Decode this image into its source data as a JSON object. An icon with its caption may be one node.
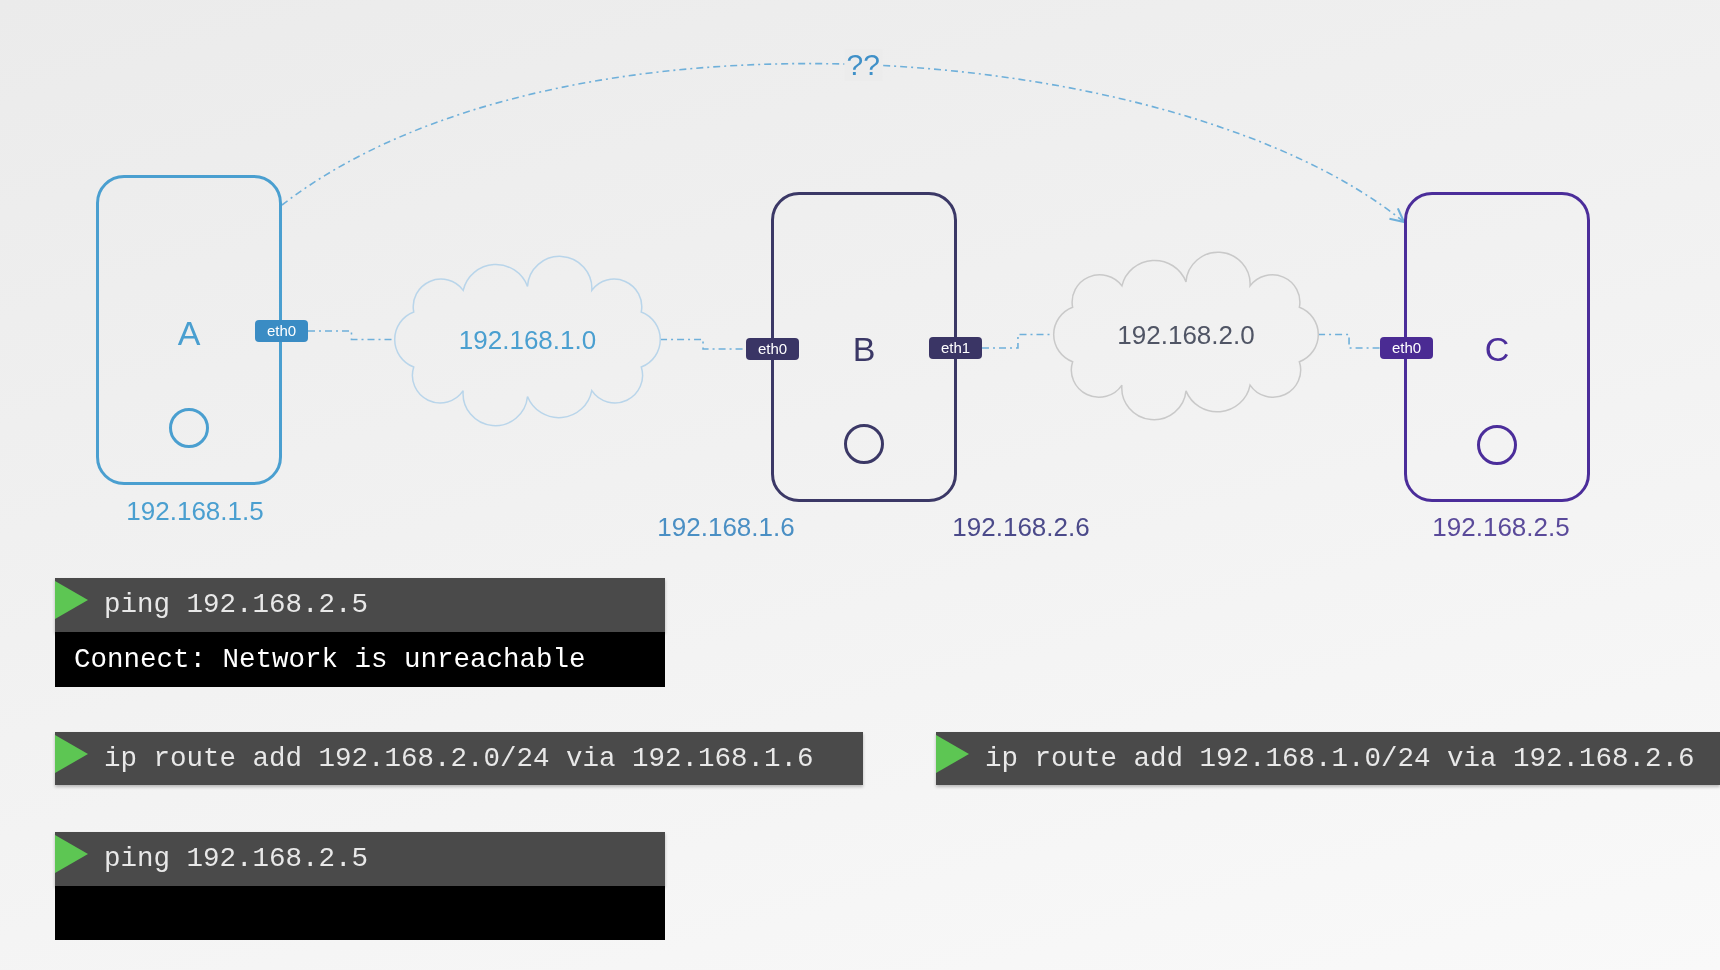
{
  "diagram": {
    "nodes": [
      {
        "text": [
          "A"
        ],
        "beside": [
          "192.168.1.5"
        ]
      },
      {
        "text": [],
        "shape": "circle",
        "in": 0
      },
      {
        "text": [
          "eth0"
        ]
      },
      {
        "text": [
          "192.168.1.0"
        ]
      },
      {
        "text": [
          "eth0"
        ]
      },
      {
        "text": [
          "B"
        ],
        "beside": [
          "192.168.1.6",
          "192.168.2.6"
        ]
      },
      {
        "text": [],
        "shape": "circle",
        "in": 5
      },
      {
        "text": [
          "eth1"
        ]
      },
      {
        "text": [
          "192.168.2.0"
        ]
      },
      {
        "text": [
          "eth0"
        ]
      },
      {
        "text": [
          "C"
        ],
        "beside": [
          "192.168.2.5"
        ]
      },
      {
        "text": [],
        "shape": "circle",
        "in": 10
      },
      {
        "text": [
          "ping 192.168.2.5"
        ]
      },
      {
        "text": [
          "Connect: Network is unreachable"
        ]
      },
      {
        "text": [
          "ip route add 192.168.2.0/24 via 192.168.1.6"
        ]
      },
      {
        "text": [
          "ip route add 192.168.1.0/24 via 192.168.2.6"
        ]
      },
      {
        "text": [
          "ping 192.168.2.5"
        ]
      },
      {
        "text": [],
        "shape": "box"
      }
    ],
    "edges": [
      {
        "from": 0,
        "to": 10,
        "arrow": "to",
        "label": "??",
        "style": "dashed"
      },
      {
        "from": 2,
        "to": 3,
        "arrow": "none",
        "style": "dashed"
      },
      {
        "from": 3,
        "to": 4,
        "arrow": "none",
        "style": "dashed"
      },
      {
        "from": 7,
        "to": 8,
        "arrow": "none",
        "style": "dashed"
      },
      {
        "from": 8,
        "to": 9,
        "arrow": "none",
        "style": "dashed"
      }
    ]
  }
}
